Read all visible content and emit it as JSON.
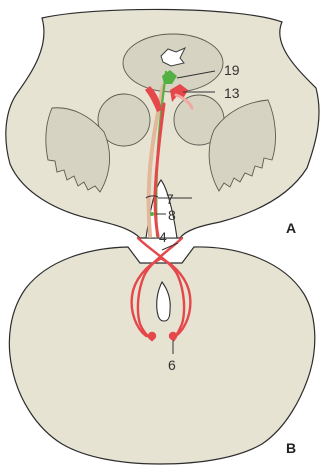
{
  "diagram": {
    "labels": {
      "n19": "19",
      "n13": "13",
      "n7": "7",
      "n8": "8",
      "n4": "4",
      "n6": "6"
    },
    "panels": {
      "a": "A",
      "b": "B"
    },
    "colors": {
      "tissue": "#e6e3d3",
      "tissue_dark": "#d6d3c2",
      "outline": "#2d2d2d",
      "red_tract": "#e5474a",
      "red_light": "#f2a7a0",
      "tan_tract": "#e2b79a",
      "green_tract": "#53b043",
      "leader_line": "#333333"
    }
  }
}
